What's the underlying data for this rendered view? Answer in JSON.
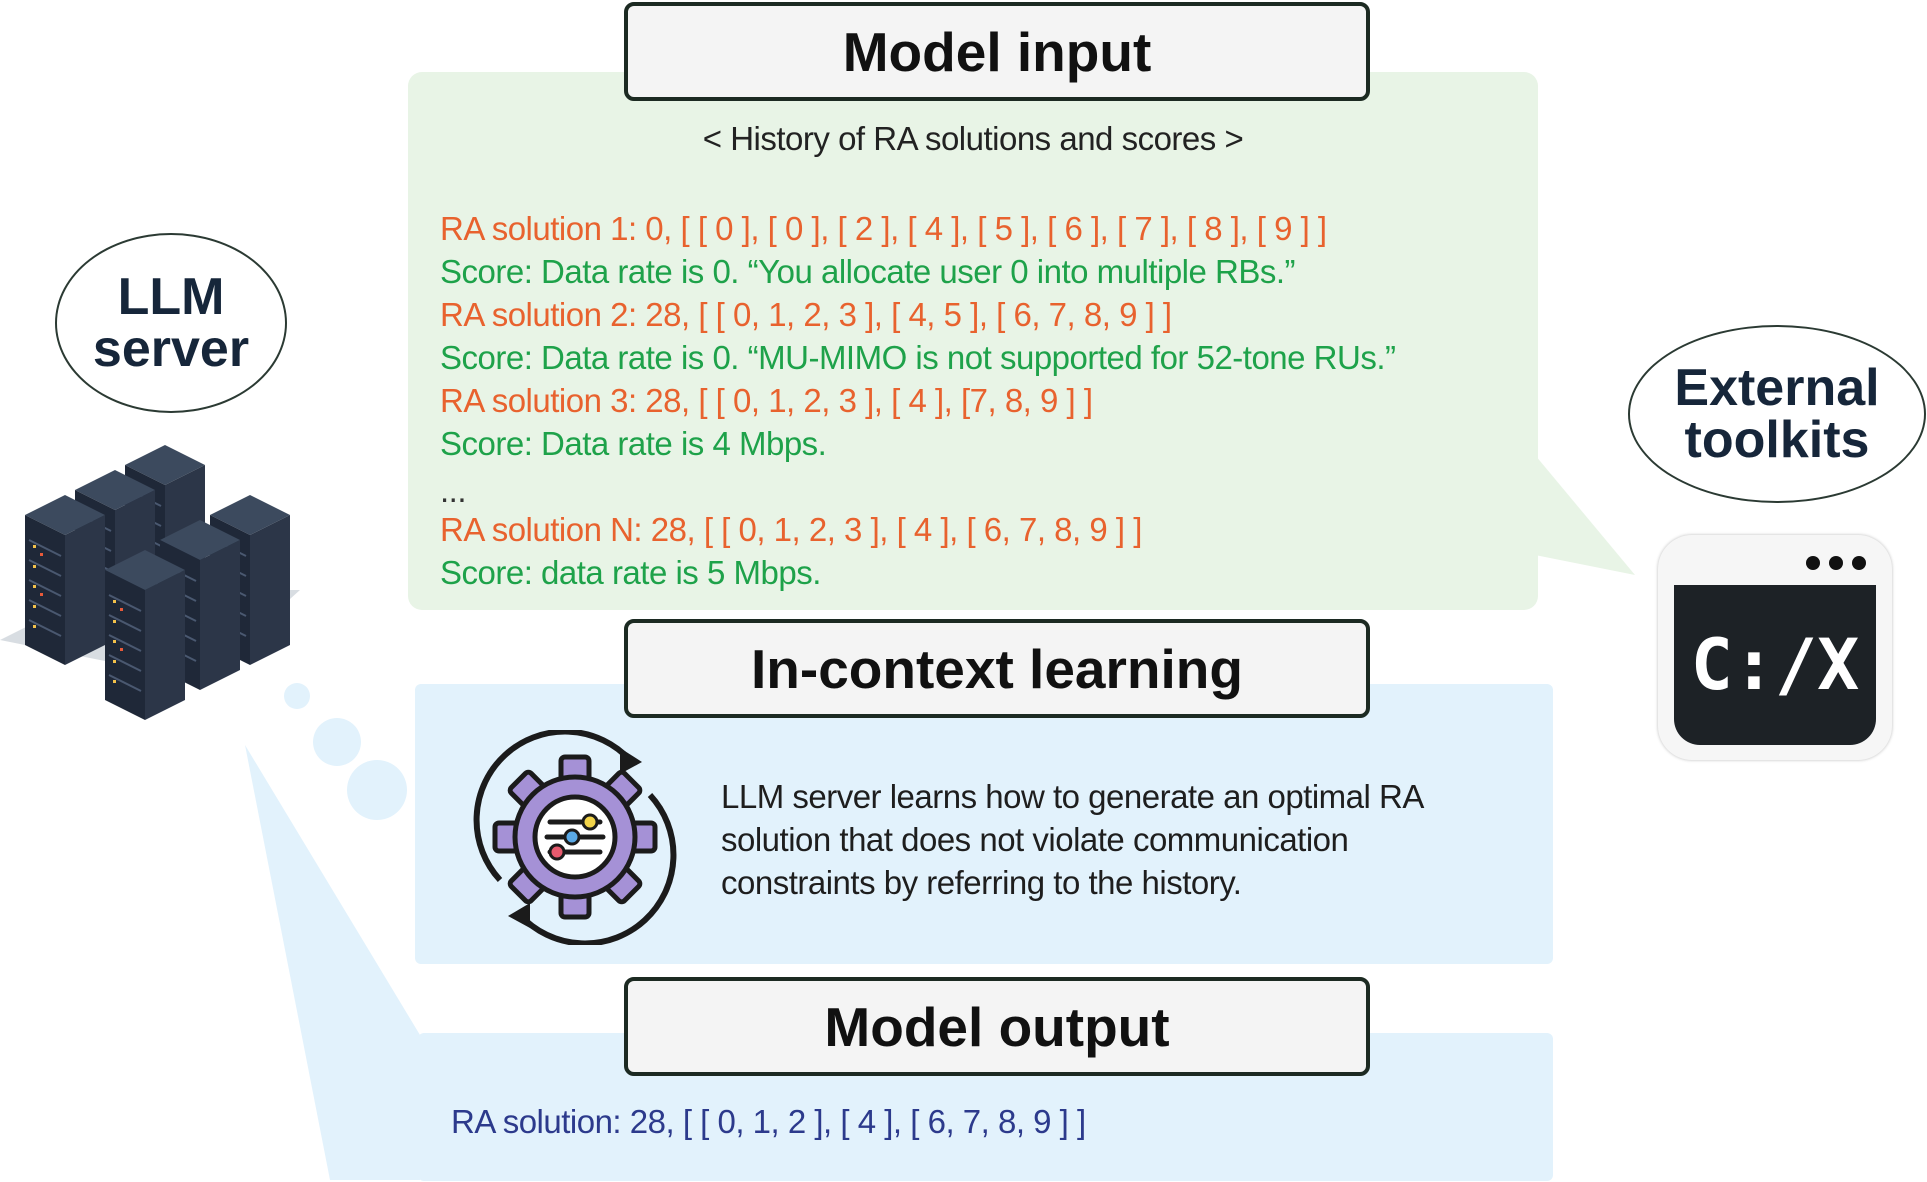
{
  "model_input": {
    "title": "Model input",
    "subtitle": "< History of RA solutions and scores >",
    "lines": [
      {
        "kind": "ra",
        "text": "RA solution 1: 0, [ [ 0 ], [ 0 ], [ 2 ], [ 4 ], [ 5 ], [ 6 ], [ 7 ], [ 8 ], [ 9 ] ]"
      },
      {
        "kind": "score",
        "text": "Score: Data rate is 0. “You allocate user 0 into multiple RBs.”"
      },
      {
        "kind": "ra",
        "text": "RA solution 2: 28, [ [ 0, 1, 2, 3 ], [ 4, 5 ], [ 6, 7, 8, 9 ] ]"
      },
      {
        "kind": "score",
        "text": "Score: Data rate is 0. “MU-MIMO is not supported for 52-tone RUs.”"
      },
      {
        "kind": "ra",
        "text": "RA solution 3: 28, [ [ 0, 1, 2, 3 ], [ 4 ], [7, 8, 9 ] ]"
      },
      {
        "kind": "score",
        "text": "Score: Data rate is 4 Mbps."
      },
      {
        "kind": "ellipsis",
        "text": "..."
      },
      {
        "kind": "ra",
        "text": "RA solution N: 28, [ [ 0, 1, 2, 3 ], [ 4 ], [ 6, 7, 8, 9 ] ]"
      },
      {
        "kind": "score",
        "text": "Score: data rate is 5 Mbps."
      }
    ]
  },
  "icl": {
    "title": "In-context learning",
    "description": "LLM server learns how to generate an optimal RA solution that does not violate communication constraints by referring to the history.",
    "icon": "gear-sliders-icon"
  },
  "model_output": {
    "title": "Model output",
    "text": "RA solution: 28, [ [ 0, 1, 2 ], [ 4 ], [ 6, 7, 8, 9 ] ]"
  },
  "llm_server": {
    "label_line1": "LLM",
    "label_line2": "server",
    "icon": "server-racks-icon"
  },
  "external": {
    "label_line1": "External",
    "label_line2": "toolkits",
    "icon": "terminal-window-icon",
    "terminal_text": "C:/X"
  },
  "colors": {
    "ra": "#e8622e",
    "score": "#1ea24a",
    "output": "#2c3a8c",
    "green_panel": "#e8f4e6",
    "blue_panel": "#e2f2fc"
  }
}
